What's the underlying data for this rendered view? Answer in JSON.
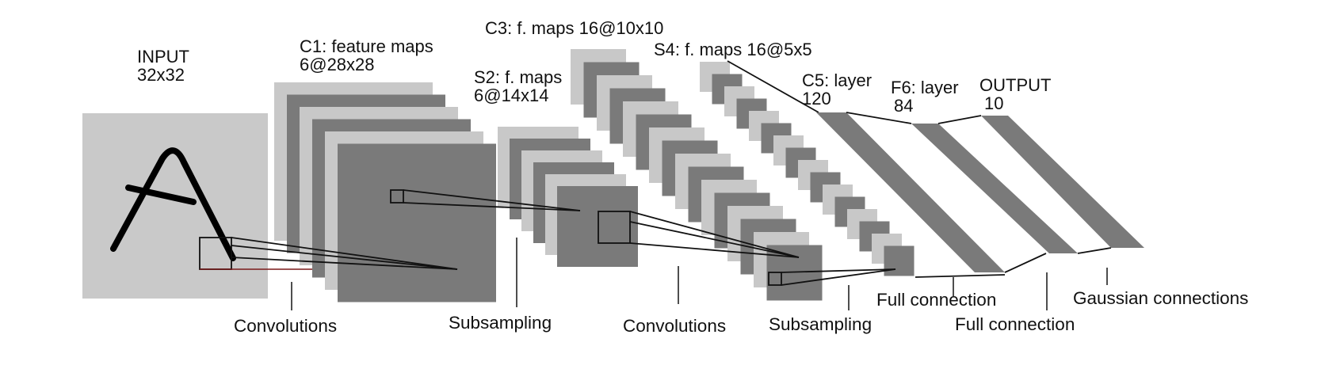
{
  "colors": {
    "background": "#ffffff",
    "map_light": "#c8c8c8",
    "map_dark": "#7a7a7a",
    "input_fill": "#c9c9c9",
    "ink": "#111111",
    "input_frame_line": "#7a1a1a"
  },
  "layers": {
    "input": {
      "name": "INPUT",
      "size": "32x32"
    },
    "c1": {
      "name": "C1: feature maps",
      "size": "6@28x28"
    },
    "s2": {
      "name": "S2: f. maps",
      "size": "6@14x14"
    },
    "c3": {
      "name": "C3: f. maps 16@10x10"
    },
    "s4": {
      "name": "S4: f. maps 16@5x5"
    },
    "c5": {
      "name": "C5: layer",
      "size": "120"
    },
    "f6": {
      "name": "F6: layer",
      "size": "84"
    },
    "output": {
      "name": "OUTPUT",
      "size": "10"
    }
  },
  "operations": {
    "conv1": "Convolutions",
    "sub1": "Subsampling",
    "conv2": "Convolutions",
    "sub2": "Subsampling",
    "full1": "Full connection",
    "full2": "Full connection",
    "gaussian": "Gaussian connections"
  }
}
